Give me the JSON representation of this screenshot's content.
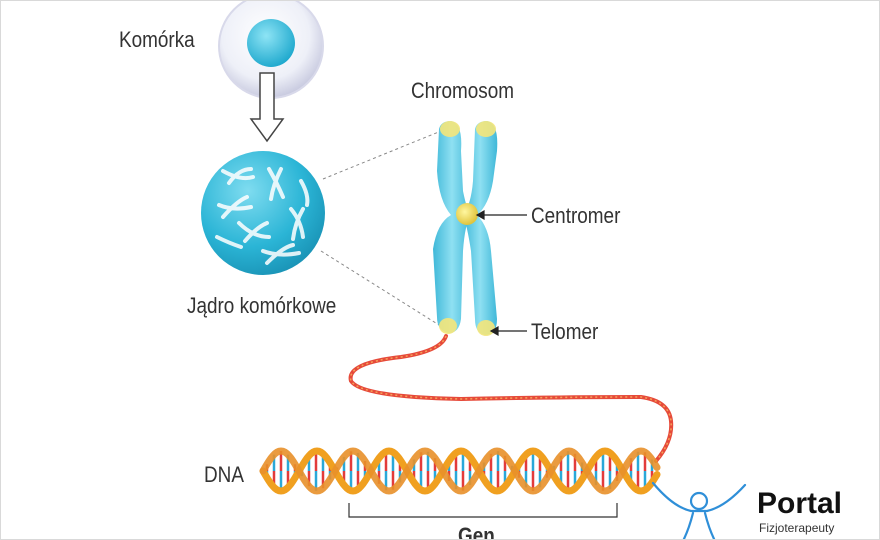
{
  "labels": {
    "cell": "Komórka",
    "chromosome": "Chromosom",
    "centromere": "Centromer",
    "nucleus": "Jądro komórkowe",
    "telomere": "Telomer",
    "dna": "DNA",
    "gene": "Gen"
  },
  "logo": {
    "name": "Portal",
    "tagline": "Fizjoterapeuty"
  },
  "colors": {
    "nucleus": "#29b3d3",
    "chromosome": "#5ccbe6",
    "telomere": "#f4e57a",
    "dna_backbone": "#f0a020",
    "dna_base_red": "#e23b3b",
    "dna_base_blue": "#2aa8d8",
    "logo_figure": "#2f8fd8"
  }
}
